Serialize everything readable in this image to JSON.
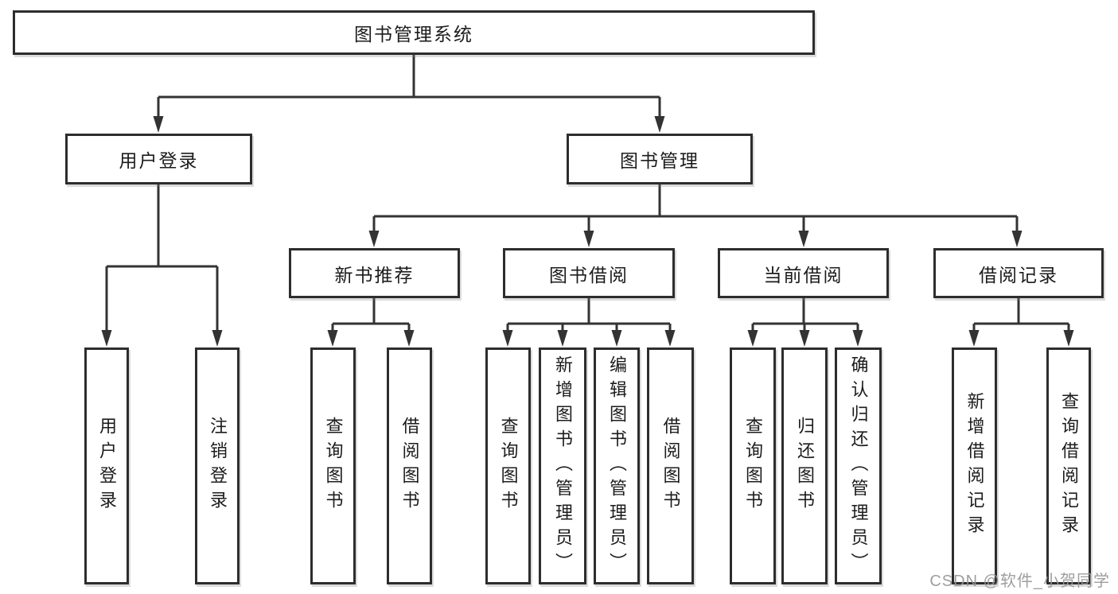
{
  "diagram": {
    "type": "hierarchy-tree",
    "colors": {
      "line": "#333333",
      "box_border": "#2d2d2d",
      "box_fill": "#ffffff",
      "text": "#1c1c1c",
      "watermark": "#969696"
    },
    "tree": {
      "label": "图书管理系统",
      "children": [
        {
          "label": "用户登录",
          "children": [
            {
              "label": "用户登录"
            },
            {
              "label": "注销登录"
            }
          ]
        },
        {
          "label": "图书管理",
          "children": [
            {
              "label": "新书推荐",
              "children": [
                {
                  "label": "查询图书"
                },
                {
                  "label": "借阅图书"
                }
              ]
            },
            {
              "label": "图书借阅",
              "children": [
                {
                  "label": "查询图书"
                },
                {
                  "label": "新增图书（管理员）"
                },
                {
                  "label": "编辑图书（管理员）"
                },
                {
                  "label": "借阅图书"
                }
              ]
            },
            {
              "label": "当前借阅",
              "children": [
                {
                  "label": "查询图书"
                },
                {
                  "label": "归还图书"
                },
                {
                  "label": "确认归还（管理员）"
                }
              ]
            },
            {
              "label": "借阅记录",
              "children": [
                {
                  "label": "新增借阅记录"
                },
                {
                  "label": "查询借阅记录"
                }
              ]
            }
          ]
        }
      ]
    },
    "watermark": "CSDN @软件_小贺同学"
  }
}
